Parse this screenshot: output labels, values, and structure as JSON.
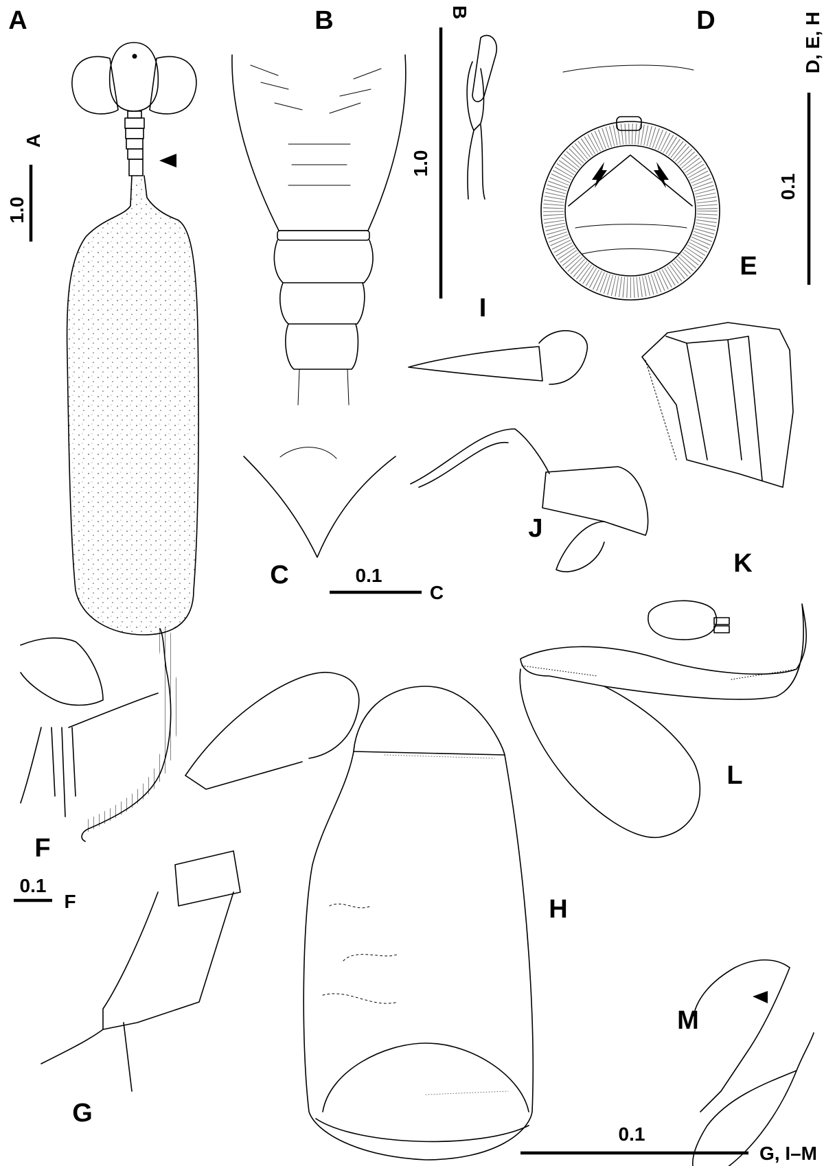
{
  "panel_labels": {
    "A": "A",
    "B": "B",
    "C": "C",
    "D": "D",
    "E": "E",
    "F": "F",
    "G": "G",
    "H": "H",
    "I": "I",
    "J": "J",
    "K": "K",
    "L": "L",
    "M": "M"
  },
  "scale_bars": {
    "A": {
      "value": "1.0",
      "label": "A"
    },
    "B": {
      "value": "1.0",
      "label": "B"
    },
    "C": {
      "value": "0.1",
      "label": "C"
    },
    "DEH": {
      "value": "0.1",
      "label": "D, E, H"
    },
    "F": {
      "value": "0.1",
      "label": "F"
    },
    "GIM": {
      "value": "0.1",
      "label": "G, I–M"
    }
  },
  "colors": {
    "ink": "#000000",
    "background": "#ffffff"
  }
}
